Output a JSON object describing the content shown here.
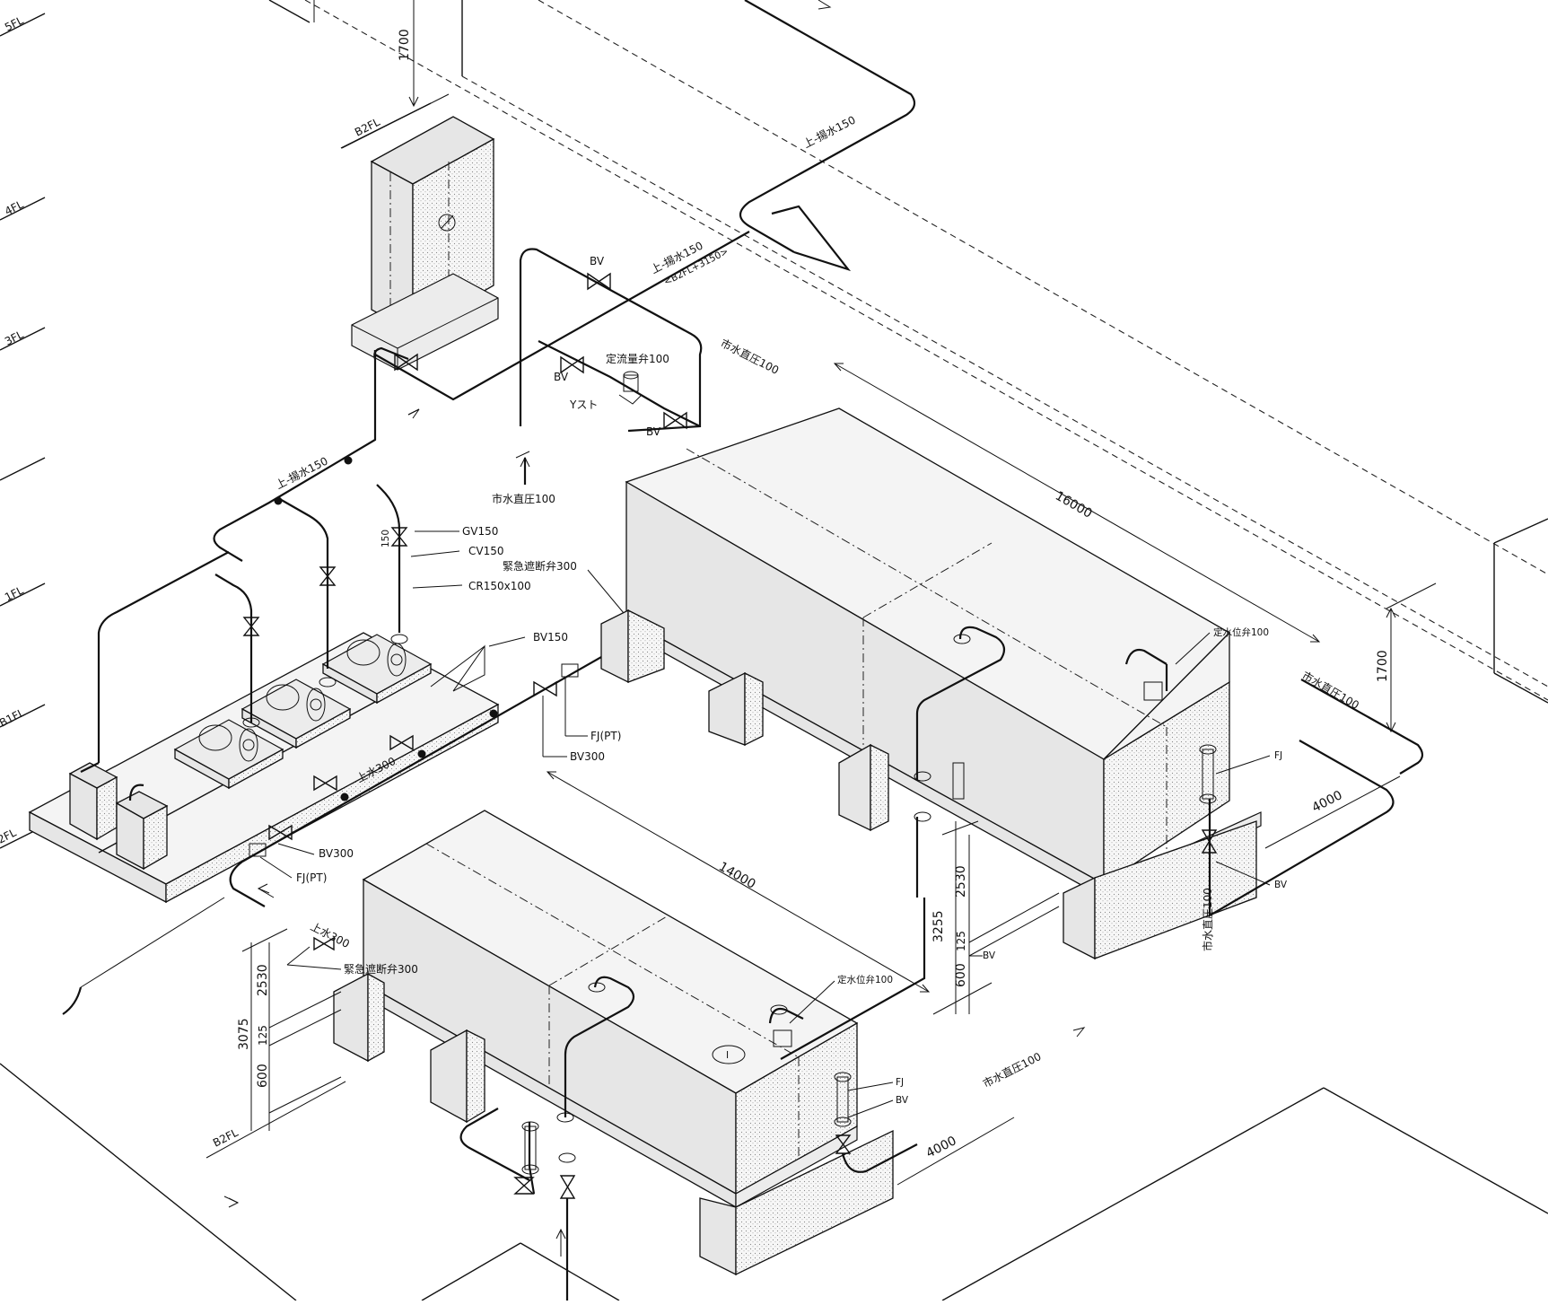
{
  "floor_levels": [
    "5FL",
    "4FL",
    "3FL",
    "1FL",
    "B1FL",
    "2FL"
  ],
  "b2fl_labels": {
    "top": "B2FL",
    "bottom": "B2FL"
  },
  "pipes": {
    "supply_150_a": "上-揚水150",
    "supply_150_b": "上-揚水150",
    "supply_150_c": "上-揚水150",
    "supply_150_note": "<B2FL+3150>",
    "city_water_a": "市水直圧100",
    "city_water_b": "市水直圧100",
    "city_water_c": "市水直圧100",
    "city_water_d": "市水直圧100",
    "city_water_e": "市水直圧100",
    "water_300_a": "上水300",
    "water_300_b": "上水300"
  },
  "valves": {
    "bv_top": "BV",
    "bv_left": "BV",
    "bv_lower": "BV",
    "constant_flow_valve": "定流量弁100",
    "y_strainer": "Yスト",
    "gv150": "GV150",
    "cv150": "CV150",
    "cr150x100": "CR150x100",
    "emergency_valve_a": "緊急遮断弁300",
    "emergency_valve_b": "緊急遮断弁300",
    "bv150": "BV150",
    "fj_pt_a": "FJ(PT)",
    "fj_pt_b": "FJ(PT)",
    "bv300_a": "BV300",
    "bv300_b": "BV300",
    "level_valve_a": "定水位弁100",
    "level_valve_b": "定水位弁100",
    "fj_right": "FJ",
    "bv_right": "BV",
    "bv_mid": "BV",
    "fj_bottom": "FJ",
    "bv_bottom": "BV",
    "size_150": "150"
  },
  "dimensions": {
    "height_top": "1700",
    "height_right": "1700",
    "tank_upper_length": "16000",
    "tank_upper_width": "4000",
    "tank_lower_length": "14000",
    "tank_lower_width": "4000",
    "right_total": "3255",
    "right_tank": "2530",
    "right_gap": "125",
    "right_base": "600",
    "left_total": "3075",
    "left_tank": "2530",
    "left_gap": "125",
    "left_base": "600"
  },
  "manhole_mark": "I"
}
